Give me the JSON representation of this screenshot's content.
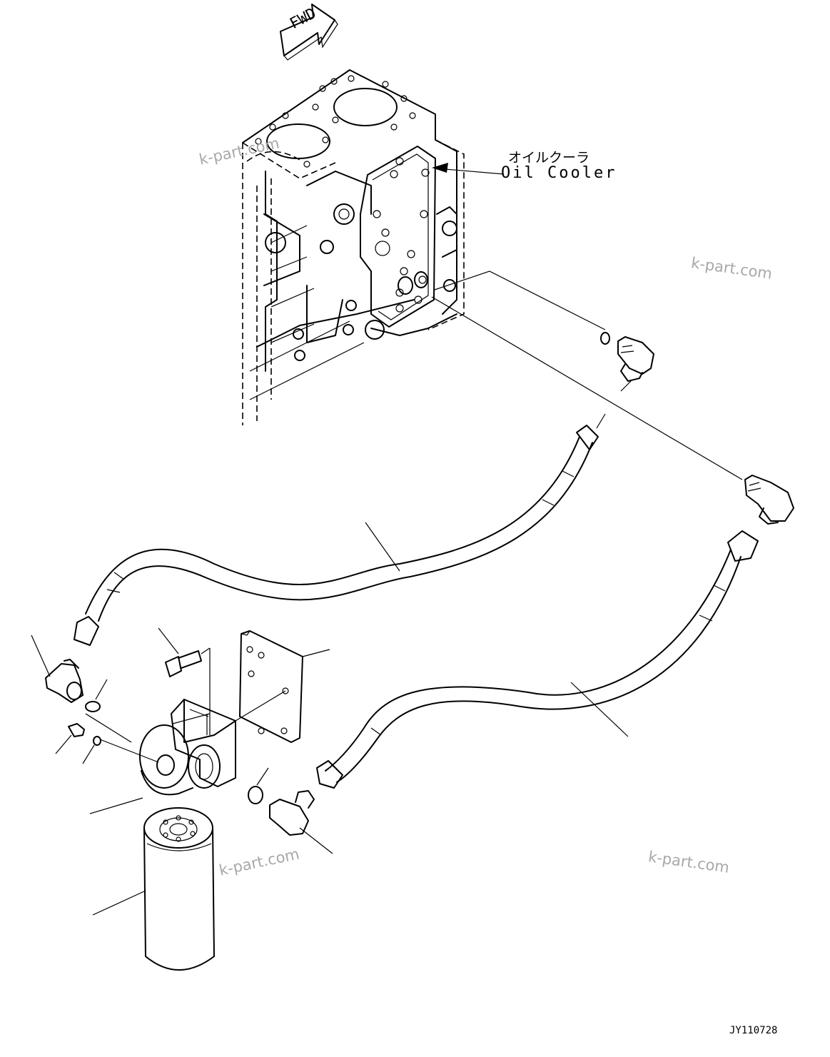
{
  "diagram": {
    "fwd_label": "FWD",
    "oil_cooler_label_jp": "オイルクーラ",
    "oil_cooler_label_en": "Oil Cooler",
    "drawing_number": "JY110728",
    "watermark": "k-part.com"
  }
}
